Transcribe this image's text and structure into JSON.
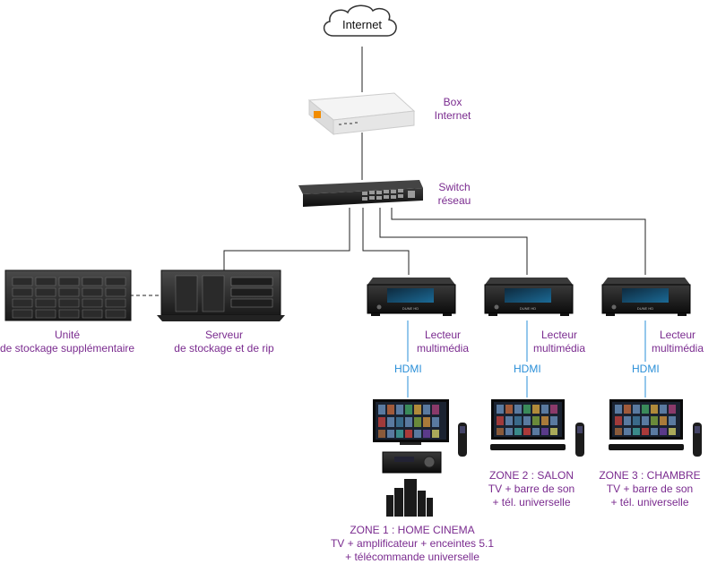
{
  "internet": "Internet",
  "box": {
    "line1": "Box",
    "line2": "Internet"
  },
  "switch": {
    "line1": "Switch",
    "line2": "réseau"
  },
  "storage_unit": {
    "line1": "Unité",
    "line2": "de stockage supplémentaire"
  },
  "server": {
    "line1": "Serveur",
    "line2": "de stockage et de rip"
  },
  "player": {
    "line1": "Lecteur",
    "line2": "multimédia",
    "brand": "DUNE HD"
  },
  "hdmi": "HDMI",
  "zone1": {
    "title": "ZONE 1 : HOME CINEMA",
    "line2": "TV + amplificateur + enceintes 5.1",
    "line3": "+ télécommande universelle"
  },
  "zone2": {
    "title": "ZONE 2 : SALON",
    "line2": "TV + barre de son",
    "line3": "+ tél. universelle"
  },
  "zone3": {
    "title": "ZONE 3 : CHAMBRE",
    "line2": "TV + barre de son",
    "line3": "+ tél. universelle"
  },
  "colors": {
    "label": "#7a2b8f",
    "hdmi": "#2a8fd8",
    "line": "#222222",
    "box_accent": "#f28c00"
  }
}
